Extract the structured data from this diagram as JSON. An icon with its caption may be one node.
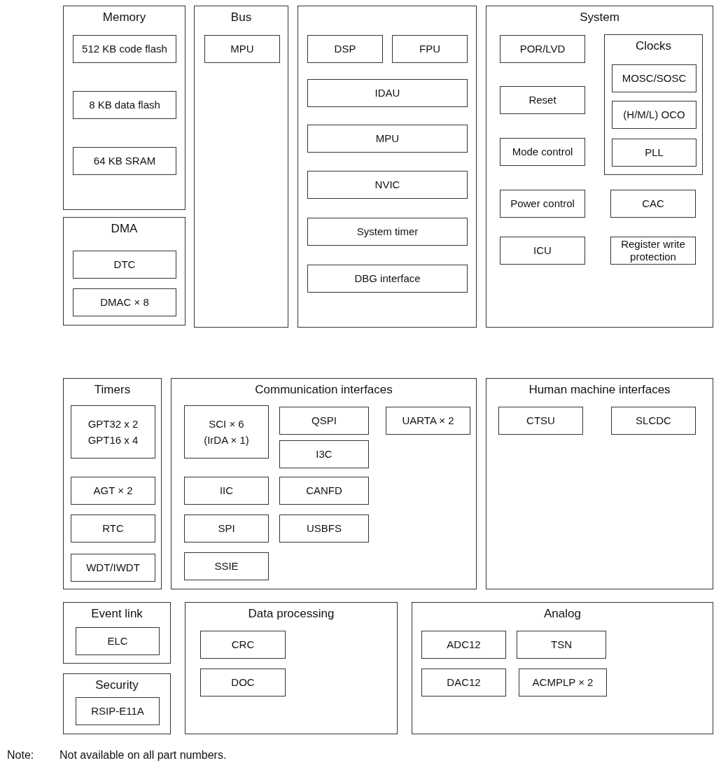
{
  "diagram": {
    "nodes": [
      {
        "text": [
          "Memory"
        ]
      },
      {
        "text": [
          "512 KB code flash"
        ],
        "in": 0
      },
      {
        "text": [
          "8 KB data flash"
        ],
        "in": 0
      },
      {
        "text": [
          "64 KB SRAM"
        ],
        "in": 0
      },
      {
        "text": [
          "DMA"
        ]
      },
      {
        "text": [
          "DTC"
        ],
        "in": 4
      },
      {
        "text": [
          "DMAC × 8"
        ],
        "in": 4
      },
      {
        "text": [
          "Bus"
        ]
      },
      {
        "text": [
          "MPU"
        ],
        "in": 7
      },
      {
        "text": [],
        "shape": "box"
      },
      {
        "text": [
          "DSP"
        ],
        "in": 9
      },
      {
        "text": [
          "FPU"
        ],
        "in": 9
      },
      {
        "text": [
          "IDAU"
        ],
        "in": 9
      },
      {
        "text": [
          "MPU"
        ],
        "in": 9
      },
      {
        "text": [
          "NVIC"
        ],
        "in": 9
      },
      {
        "text": [
          "System timer"
        ],
        "in": 9
      },
      {
        "text": [
          "DBG interface"
        ],
        "in": 9
      },
      {
        "text": [
          "System"
        ]
      },
      {
        "text": [
          "POR/LVD"
        ],
        "in": 17
      },
      {
        "text": [
          "Clocks"
        ],
        "in": 17
      },
      {
        "text": [
          "MOSC/SOSC"
        ],
        "in": 19
      },
      {
        "text": [
          "(H/M/L) OCO"
        ],
        "in": 19
      },
      {
        "text": [
          "PLL"
        ],
        "in": 19
      },
      {
        "text": [
          "Reset"
        ],
        "in": 17
      },
      {
        "text": [
          "Mode control"
        ],
        "in": 17
      },
      {
        "text": [
          "Power control"
        ],
        "in": 17
      },
      {
        "text": [
          "CAC"
        ],
        "in": 17
      },
      {
        "text": [
          "ICU"
        ],
        "in": 17
      },
      {
        "text": [
          "Register write protection"
        ],
        "in": 17
      },
      {
        "text": [
          "Timers"
        ]
      },
      {
        "text": [
          "GPT32 x 2",
          "GPT16 x 4"
        ],
        "in": 29
      },
      {
        "text": [
          "AGT × 2"
        ],
        "in": 29
      },
      {
        "text": [
          "RTC"
        ],
        "in": 29
      },
      {
        "text": [
          "WDT/IWDT"
        ],
        "in": 29
      },
      {
        "text": [
          "Communication interfaces"
        ]
      },
      {
        "text": [
          "SCI × 6",
          "(IrDA × 1)"
        ],
        "in": 34
      },
      {
        "text": [
          "QSPI"
        ],
        "in": 34
      },
      {
        "text": [
          "UARTA × 2"
        ],
        "in": 34
      },
      {
        "text": [
          "I3C"
        ],
        "in": 34
      },
      {
        "text": [
          "IIC"
        ],
        "in": 34
      },
      {
        "text": [
          "CANFD"
        ],
        "in": 34
      },
      {
        "text": [
          "SPI"
        ],
        "in": 34
      },
      {
        "text": [
          "USBFS"
        ],
        "in": 34
      },
      {
        "text": [
          "SSIE"
        ],
        "in": 34
      },
      {
        "text": [
          "Human machine interfaces"
        ]
      },
      {
        "text": [
          "CTSU"
        ],
        "in": 44
      },
      {
        "text": [
          "SLCDC"
        ],
        "in": 44
      },
      {
        "text": [
          "Event link"
        ]
      },
      {
        "text": [
          "ELC"
        ],
        "in": 47
      },
      {
        "text": [
          "Security"
        ]
      },
      {
        "text": [
          "RSIP-E11A"
        ],
        "in": 49
      },
      {
        "text": [
          "Data processing"
        ]
      },
      {
        "text": [
          "CRC"
        ],
        "in": 51
      },
      {
        "text": [
          "DOC"
        ],
        "in": 51
      },
      {
        "text": [
          "Analog"
        ]
      },
      {
        "text": [
          "ADC12"
        ],
        "in": 54
      },
      {
        "text": [
          "TSN"
        ],
        "in": 54
      },
      {
        "text": [
          "DAC12"
        ],
        "in": 54
      },
      {
        "text": [
          "ACMPLP × 2"
        ],
        "in": 54
      }
    ],
    "labels": [
      "Note:",
      "Not available on all part numbers."
    ]
  }
}
